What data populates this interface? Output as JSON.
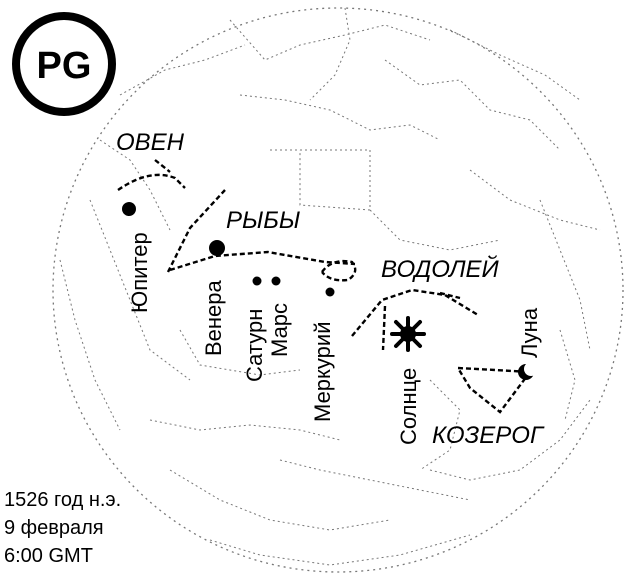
{
  "logo": {
    "text": "PG"
  },
  "constellations": {
    "aries": "ОВЕН",
    "pisces": "РЫБЫ",
    "aquarius": "ВОДОЛЕЙ",
    "capricorn": "КОЗЕРОГ"
  },
  "planets": {
    "jupiter": "Юпитер",
    "venus": "Венера",
    "saturn": "Сатурн",
    "mars": "Марс",
    "mercury": "Меркурий",
    "sun": "Солнце",
    "moon": "Луна"
  },
  "date": {
    "year": "1526 год н.э.",
    "day": "9 февраля",
    "time": "6:00 GMT"
  },
  "colors": {
    "ink": "#000000",
    "background": "#ffffff",
    "faint": "#666666"
  }
}
